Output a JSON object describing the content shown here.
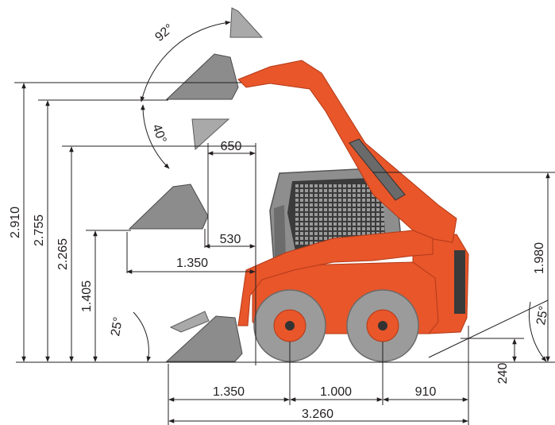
{
  "dimensions": {
    "h_2910": "2.910",
    "h_2755": "2.755",
    "h_2265": "2.265",
    "h_1405": "1.405",
    "h_1980": "1.980",
    "h_240": "240",
    "reach_650": "650",
    "reach_530": "530",
    "reach_1350_upper": "1.350",
    "len_1350": "1.350",
    "len_1000": "1.000",
    "len_910": "910",
    "len_3260": "3.260"
  },
  "angles": {
    "dump_top": "92°",
    "dump_mid": "40°",
    "rollback": "25°",
    "departure": "25°"
  },
  "colors": {
    "machine_orange": "#e8562a",
    "bucket_gray": "#8c8c8c",
    "tire_gray": "#9b9b9b",
    "line": "#231f20"
  }
}
